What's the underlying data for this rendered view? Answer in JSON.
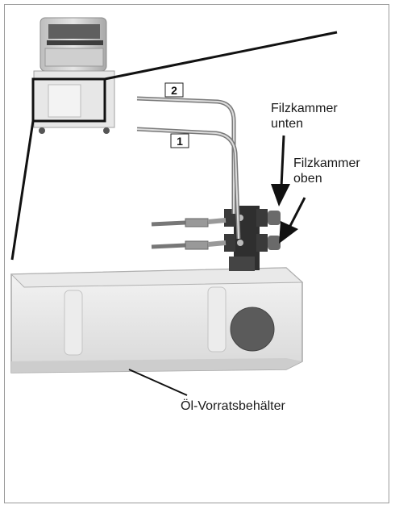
{
  "labels": {
    "tube_1": "1",
    "tube_2": "2",
    "felt_lower_line1": "Filzkammer",
    "felt_lower_line2": "unten",
    "felt_upper_line1": "Filzkammer",
    "felt_upper_line2": "oben",
    "reservoir": "Öl-Vorratsbehälter"
  }
}
